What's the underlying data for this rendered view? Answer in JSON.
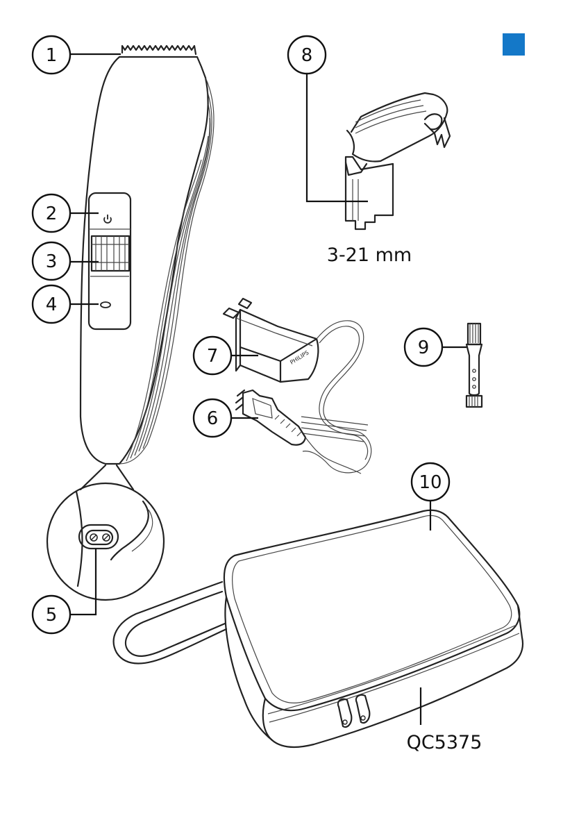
{
  "corner_marker_color": "#1478c8",
  "callouts": [
    "1",
    "2",
    "3",
    "4",
    "5",
    "6",
    "7",
    "8",
    "9",
    "10"
  ],
  "captions": {
    "comb_range": "3-21 mm",
    "model": "QC5375"
  },
  "charger_brand": "PHILIPS",
  "parts": {
    "clipper": "clipper-body",
    "comb": "adjustable-comb",
    "adapter": "power-adapter",
    "plug": "small-plug",
    "brush": "cleaning-brush",
    "pouch": "storage-pouch"
  }
}
